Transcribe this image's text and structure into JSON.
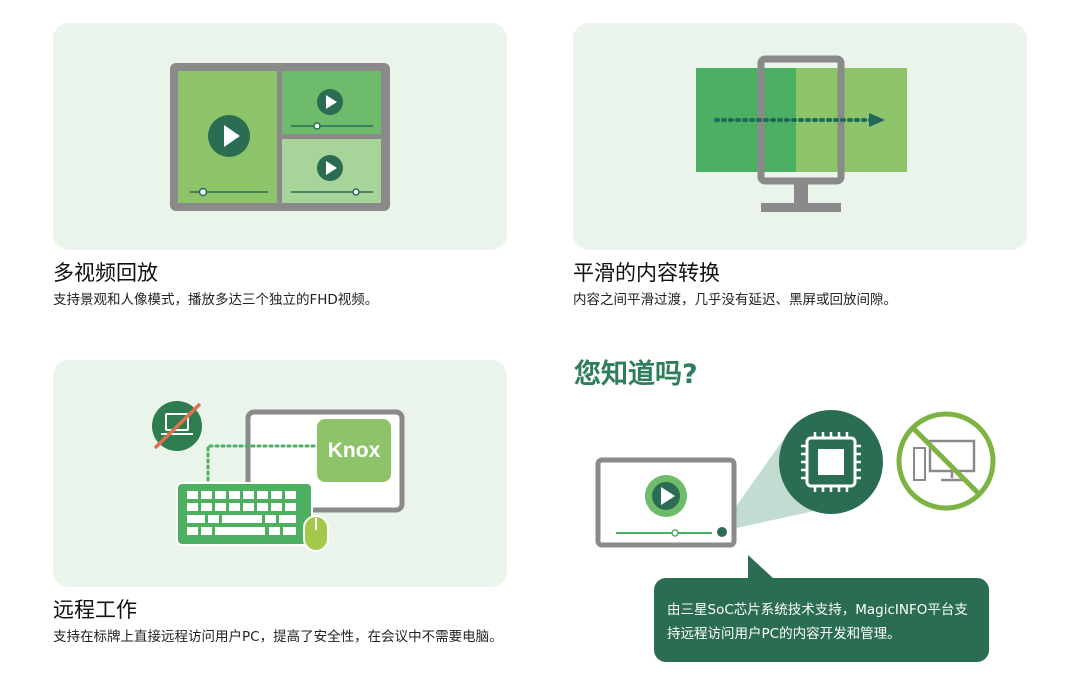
{
  "features": [
    {
      "title": "多视频回放",
      "description": "支持景观和人像模式，播放多达三个独立的FHD视频。"
    },
    {
      "title": "平滑的内容转换",
      "description": "内容之间平滑过渡，几乎没有延迟、黑屏或回放间隙。"
    },
    {
      "title": "远程工作",
      "description": "支持在标牌上直接远程访问用户PC，提高了安全性，在会议中不需要电脑。",
      "illustration_label": "Knox"
    }
  ],
  "did_you_know": {
    "heading": "您知道吗?",
    "text": "由三星SoC芯片系统技术支持，MagicINFO平台支持远程访问用户PC的内容开发和管理。"
  },
  "colors": {
    "card_bg": "#eaf4ea",
    "dark_green": "#2a6d52",
    "mid_green": "#4caf62",
    "light_green": "#8dc46a",
    "frame_gray": "#8a8a8a"
  }
}
